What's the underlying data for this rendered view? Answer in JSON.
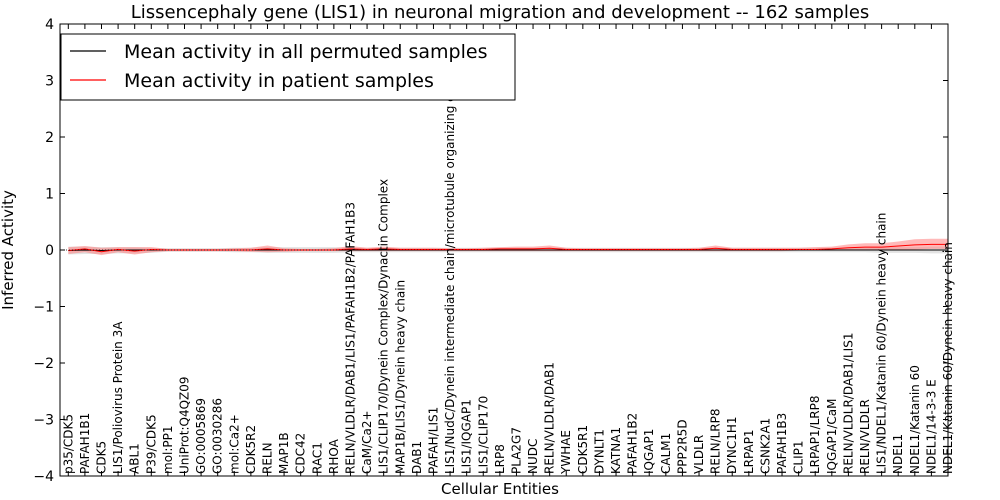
{
  "chart_data": {
    "type": "line",
    "title": "Lissencephaly gene (LIS1) in neuronal migration and development -- 162 samples",
    "xlabel": "Cellular Entities",
    "ylabel": "Inferred Activity",
    "ylim": [
      -4,
      4
    ],
    "yticks": [
      "−4",
      "−3",
      "−2",
      "−1",
      "0",
      "1",
      "2",
      "3",
      "4"
    ],
    "legend_position": "top-left",
    "grid": false,
    "categories": [
      "p35/CDK5",
      "PAFAH1B1",
      "CDK5",
      "LIS1/Poliovirus Protein 3A",
      "ABL1",
      "P39/CDK5",
      "mol:PP1",
      "UniProt:Q4QZ09",
      "GO:0005869",
      "GO:0030286",
      "mol:Ca2+",
      "CDK5R2",
      "RELN",
      "MAP1B",
      "CDC42",
      "RAC1",
      "RHOA",
      "RELN/VLDLR/DAB1/LIS1/PAFAH1B2/PAFAH1B3",
      "CaM/Ca2+",
      "LIS1/CLIP170/Dynein Complex/Dynactin Complex",
      "MAP1B/LIS1/Dynein heavy chain",
      "DAB1",
      "PAFAH/LIS1",
      "LIS1/NudC/Dynein intermediate chain/microtubule organizing center",
      "LIS1/IQGAP1",
      "LIS1/CLIP170",
      "LRP8",
      "PLA2G7",
      "NUDC",
      "RELN/VLDLR/DAB1",
      "YWHAE",
      "CDK5R1",
      "DYNLT1",
      "KATNA1",
      "PAFAH1B2",
      "IQGAP1",
      "CALM1",
      "PPP2R5D",
      "VLDLR",
      "RELN/LRP8",
      "DYNC1H1",
      "LRPAP1",
      "CSNK2A1",
      "PAFAH1B3",
      "CLIP1",
      "LRPAP1/LRP8",
      "IQGAP1/CaM",
      "RELN/VLDLR/DAB1/LIS1",
      "RELN/VLDLR",
      "LIS1/NDEL1/Katanin 60/Dynein heavy chain",
      "NDEL1",
      "NDEL1/Katanin 60",
      "NDEL1/14-3-3 E",
      "NDEL1/Katanin 60/Dynein heavy chain"
    ],
    "series": [
      {
        "name": "Mean activity in all permuted samples",
        "color": "#000000",
        "values": [
          -0.01,
          0,
          -0.01,
          0,
          0,
          0,
          0,
          0,
          0,
          0,
          0,
          0,
          0,
          0,
          0,
          0,
          0,
          0,
          0,
          0,
          0,
          0,
          0,
          0,
          0,
          0,
          0,
          0,
          0,
          0,
          0,
          0,
          0,
          0,
          0,
          0,
          0,
          0,
          0,
          0,
          0,
          0,
          0,
          0,
          0,
          0,
          0,
          0,
          0,
          0,
          0,
          0,
          0,
          0
        ],
        "band_lower": [
          -0.08,
          -0.07,
          -0.07,
          -0.06,
          -0.06,
          -0.05,
          -0.03,
          -0.03,
          -0.03,
          -0.03,
          -0.04,
          -0.04,
          -0.05,
          -0.05,
          -0.05,
          -0.05,
          -0.05,
          -0.04,
          -0.04,
          -0.04,
          -0.04,
          -0.04,
          -0.04,
          -0.04,
          -0.04,
          -0.04,
          -0.04,
          -0.04,
          -0.04,
          -0.04,
          -0.04,
          -0.04,
          -0.04,
          -0.04,
          -0.04,
          -0.04,
          -0.04,
          -0.04,
          -0.04,
          -0.04,
          -0.04,
          -0.04,
          -0.04,
          -0.04,
          -0.04,
          -0.04,
          -0.04,
          -0.04,
          -0.04,
          -0.05,
          -0.05,
          -0.05,
          -0.06,
          -0.06
        ],
        "band_upper": [
          0.06,
          0.06,
          0.05,
          0.05,
          0.05,
          0.04,
          0.03,
          0.03,
          0.03,
          0.03,
          0.04,
          0.04,
          0.05,
          0.05,
          0.05,
          0.05,
          0.05,
          0.04,
          0.04,
          0.04,
          0.04,
          0.04,
          0.04,
          0.04,
          0.04,
          0.04,
          0.04,
          0.04,
          0.04,
          0.04,
          0.04,
          0.04,
          0.04,
          0.04,
          0.04,
          0.04,
          0.04,
          0.04,
          0.04,
          0.04,
          0.04,
          0.04,
          0.04,
          0.04,
          0.04,
          0.04,
          0.04,
          0.04,
          0.04,
          0.05,
          0.05,
          0.05,
          0.06,
          0.06
        ]
      },
      {
        "name": "Mean activity in patient samples",
        "color": "#ff0000",
        "values": [
          -0.01,
          0.02,
          -0.03,
          0.01,
          -0.02,
          0.01,
          0,
          0,
          0,
          0,
          0,
          0,
          0.02,
          0,
          0,
          0,
          0,
          0.02,
          0.01,
          0.02,
          0.01,
          0.01,
          0.01,
          0.01,
          0.01,
          0.01,
          0.02,
          0.02,
          0.02,
          0.03,
          0.01,
          0.01,
          0.01,
          0.01,
          0.01,
          0.01,
          0.01,
          0.01,
          0.01,
          0.03,
          0.01,
          0.01,
          0.01,
          0.01,
          0.01,
          0.01,
          0.02,
          0.04,
          0.05,
          0.05,
          0.07,
          0.09,
          0.1,
          0.1
        ],
        "band_lower": [
          -0.07,
          -0.04,
          -0.09,
          -0.04,
          -0.08,
          -0.04,
          -0.02,
          -0.02,
          -0.02,
          -0.02,
          -0.02,
          -0.03,
          -0.04,
          -0.03,
          -0.02,
          -0.02,
          -0.02,
          -0.02,
          -0.02,
          -0.02,
          -0.02,
          -0.02,
          -0.02,
          -0.02,
          -0.02,
          -0.02,
          -0.02,
          -0.02,
          -0.02,
          -0.02,
          -0.02,
          -0.02,
          -0.02,
          -0.02,
          -0.02,
          -0.02,
          -0.02,
          -0.02,
          -0.02,
          -0.02,
          -0.02,
          -0.02,
          -0.02,
          -0.02,
          -0.01,
          -0.01,
          -0.01,
          0,
          0,
          0,
          0,
          0.01,
          0.02,
          0.02
        ],
        "band_upper": [
          0.05,
          0.07,
          0.04,
          0.05,
          0.05,
          0.05,
          0.02,
          0.02,
          0.02,
          0.02,
          0.03,
          0.04,
          0.08,
          0.03,
          0.02,
          0.02,
          0.03,
          0.07,
          0.04,
          0.06,
          0.04,
          0.04,
          0.04,
          0.03,
          0.03,
          0.04,
          0.05,
          0.06,
          0.06,
          0.08,
          0.04,
          0.03,
          0.03,
          0.03,
          0.03,
          0.03,
          0.03,
          0.03,
          0.04,
          0.08,
          0.04,
          0.04,
          0.04,
          0.04,
          0.04,
          0.05,
          0.06,
          0.1,
          0.12,
          0.12,
          0.15,
          0.19,
          0.2,
          0.2
        ]
      }
    ]
  }
}
